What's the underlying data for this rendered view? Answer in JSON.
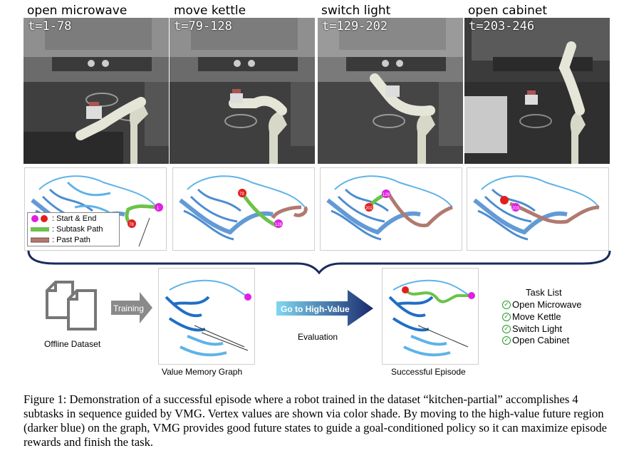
{
  "panels": [
    {
      "title": "open microwave",
      "time": "t=1-78"
    },
    {
      "title": "move kettle",
      "time": "t=79-128"
    },
    {
      "title": "switch light",
      "time": "t=129-202"
    },
    {
      "title": "open cabinet",
      "time": "t=203-246"
    }
  ],
  "graph_markers": [
    {
      "start": "1",
      "end": "78"
    },
    {
      "start": "79",
      "end": "128"
    },
    {
      "start": "129",
      "end": "202"
    },
    {
      "start": "203",
      "end": ""
    }
  ],
  "legend": {
    "start_end": ": Start & End",
    "subtask_path": ": Subtask Path",
    "past_path": ": Past Path"
  },
  "pipeline": {
    "offline_dataset": "Offline Dataset",
    "training": "Training",
    "value_memory_graph": "Value Memory Graph",
    "go_to_high_value": "Go to High-Value",
    "evaluation": "Evaluation",
    "successful_episode": "Successful Episode"
  },
  "task_list": {
    "title": "Task List",
    "items": [
      "Open Microwave",
      "Move Kettle",
      "Switch Light",
      "Open Cabinet"
    ]
  },
  "caption": "Figure 1: Demonstration of a successful episode where a robot trained in the dataset “kitchen-partial” accomplishes 4 subtasks in sequence guided by VMG. Vertex values are shown via color shade. By moving to the high-value future region (darker blue) on the graph, VMG provides good future states to guide a goal-conditioned policy so it can maximize episode rewards and finish the task.",
  "colors": {
    "graph_blue": "#1f6fc4",
    "graph_light": "#5fb3e8",
    "subtask_green": "#6cc24a",
    "past_brown": "#b07a70",
    "start_magenta": "#e020e0",
    "end_red": "#e02020",
    "brace_navy": "#1a2a5e"
  }
}
